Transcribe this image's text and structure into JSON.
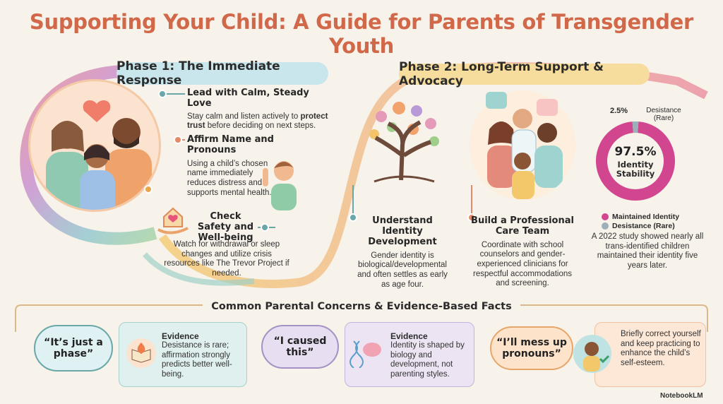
{
  "title": "Supporting Your Child: A Guide for Parents of Transgender Youth",
  "phase1": {
    "label": "Phase 1: The Immediate Response",
    "items": [
      {
        "title": "Lead with Calm, Steady Love",
        "text_before": "Stay calm and listen actively to ",
        "text_bold": "protect trust",
        "text_after": " before deciding on next steps."
      },
      {
        "title": "Affirm Name and Pronouns",
        "text": "Using a child’s chosen name immediately reduces distress and supports mental health."
      },
      {
        "title": "Check Safety and Well-being",
        "text": "Watch for withdrawal or sleep changes and utilize crisis resources like The Trevor Project if needed."
      }
    ]
  },
  "phase2": {
    "label": "Phase 2: Long-Term Support & Advocacy",
    "items": [
      {
        "title": "Understand Identity Development",
        "text": "Gender identity is biological/developmental and often settles as early as age four."
      },
      {
        "title": "Build a Professional Care Team",
        "text": "Coordinate with school counselors and gender-experienced clinicians for respectful accommodations and screening."
      }
    ]
  },
  "donut": {
    "center_value": "97.5%",
    "center_label": "Identity Stability",
    "small_value": "2.5%",
    "small_label": "Desistance (Rare)",
    "legend": [
      "Maintained Identity",
      "Desistance (Rare)"
    ],
    "note": "A 2022 study showed nearly all trans-identified children maintained their identity five years later.",
    "colors": {
      "maintained": "#d2458f",
      "desistance": "#9bb0b8"
    }
  },
  "chart_data": {
    "type": "pie",
    "categories": [
      "Maintained Identity",
      "Desistance (Rare)"
    ],
    "values": [
      97.5,
      2.5
    ]
  },
  "concerns": {
    "heading": "Common Parental Concerns & Evidence-Based Facts",
    "items": [
      {
        "myth": "“It’s just a phase”",
        "label": "Evidence",
        "text": "Desistance is rare; affirmation strongly predicts better well-being."
      },
      {
        "myth": "“I caused this”",
        "label": "Evidence",
        "text": "Identity is shaped by biology and development, not parenting styles."
      },
      {
        "myth": "“I’ll mess up pronouns”",
        "label": "",
        "text": "Briefly correct yourself and keep practicing to enhance the child’s self-esteem."
      }
    ]
  },
  "brand": "NotebookLM"
}
